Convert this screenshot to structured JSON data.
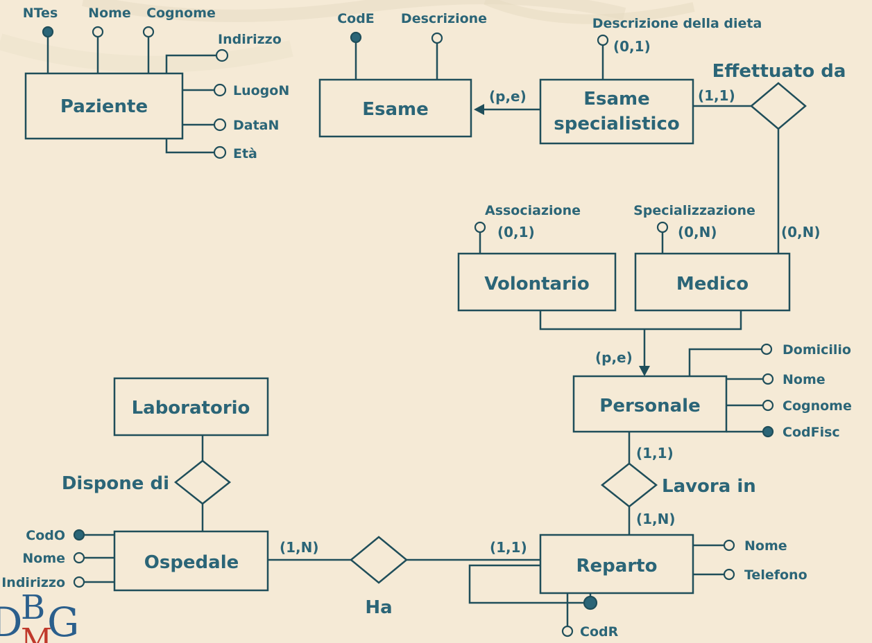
{
  "entities": {
    "paziente": "Paziente",
    "esame": "Esame",
    "esame_specialistico_1": "Esame",
    "esame_specialistico_2": "specialistico",
    "volontario": "Volontario",
    "medico": "Medico",
    "personale": "Personale",
    "laboratorio": "Laboratorio",
    "ospedale": "Ospedale",
    "reparto": "Reparto"
  },
  "relationships": {
    "effettuato_da": "Effettuato da",
    "lavora_in": "Lavora in",
    "dispone_di": "Dispone di",
    "ha": "Ha"
  },
  "attributes": {
    "paziente": [
      "NTes",
      "Nome",
      "Cognome",
      "Indirizzo",
      "LuogoN",
      "DataN",
      "Età"
    ],
    "esame": [
      "CodE",
      "Descrizione"
    ],
    "esame_specialistico": [
      "Descrizione della dieta"
    ],
    "volontario": [
      "Associazione"
    ],
    "medico": [
      "Specializzazione"
    ],
    "personale": [
      "Domicilio",
      "Nome",
      "Cognome",
      "CodFisc"
    ],
    "ospedale": [
      "CodO",
      "Nome",
      "Indirizzo"
    ],
    "reparto": [
      "Nome",
      "Telefono",
      "CodR"
    ]
  },
  "cardinalities": {
    "dieta": "(0,1)",
    "associazione": "(0,1)",
    "specializzazione": "(0,N)",
    "esame_gen": "(p,e)",
    "personale_gen": "(p,e)",
    "effettuato_esame": "(1,1)",
    "effettuato_medico": "(0,N)",
    "lavora_personale": "(1,1)",
    "lavora_reparto": "(1,N)",
    "ha_ospedale": "(1,N)",
    "ha_reparto": "(1,1)"
  },
  "logo": {
    "d": "D",
    "b": "B",
    "g": "G",
    "m": "M"
  },
  "colors": {
    "background": "#f5ead6",
    "ink": "#2b6577",
    "line": "#1f4e5a",
    "logo_m": "#c0392b"
  }
}
